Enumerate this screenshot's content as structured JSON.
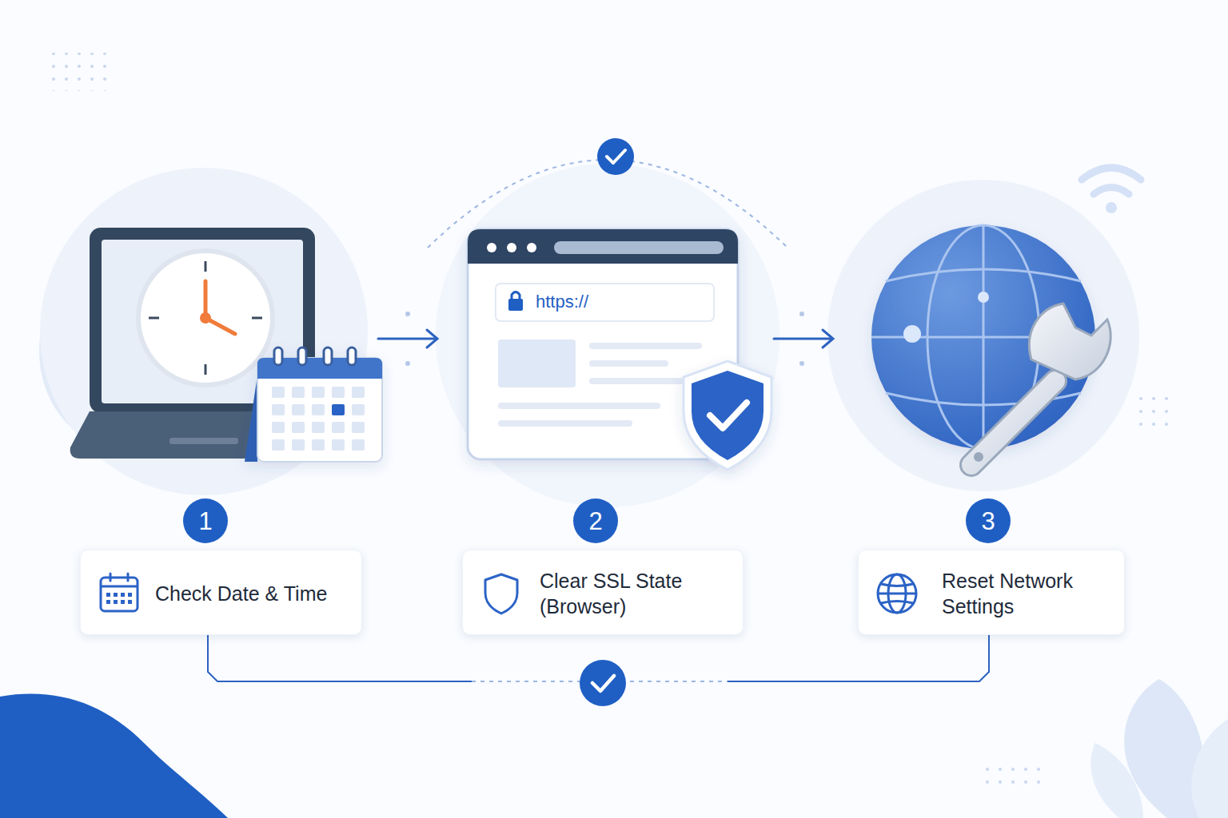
{
  "diagram": {
    "nodes": [
      {
        "text": [
          "1"
        ]
      },
      {
        "text": [
          "Check Date & Time"
        ]
      },
      {
        "text": [
          "2"
        ]
      },
      {
        "text": [
          "Clear SSL State (Browser)"
        ]
      },
      {
        "text": [
          "3"
        ]
      },
      {
        "text": [
          "Reset Network Settings"
        ]
      }
    ],
    "edges": [
      {
        "from": 1,
        "to": 5,
        "arrow": "none"
      }
    ],
    "labels": [
      "https://"
    ]
  }
}
